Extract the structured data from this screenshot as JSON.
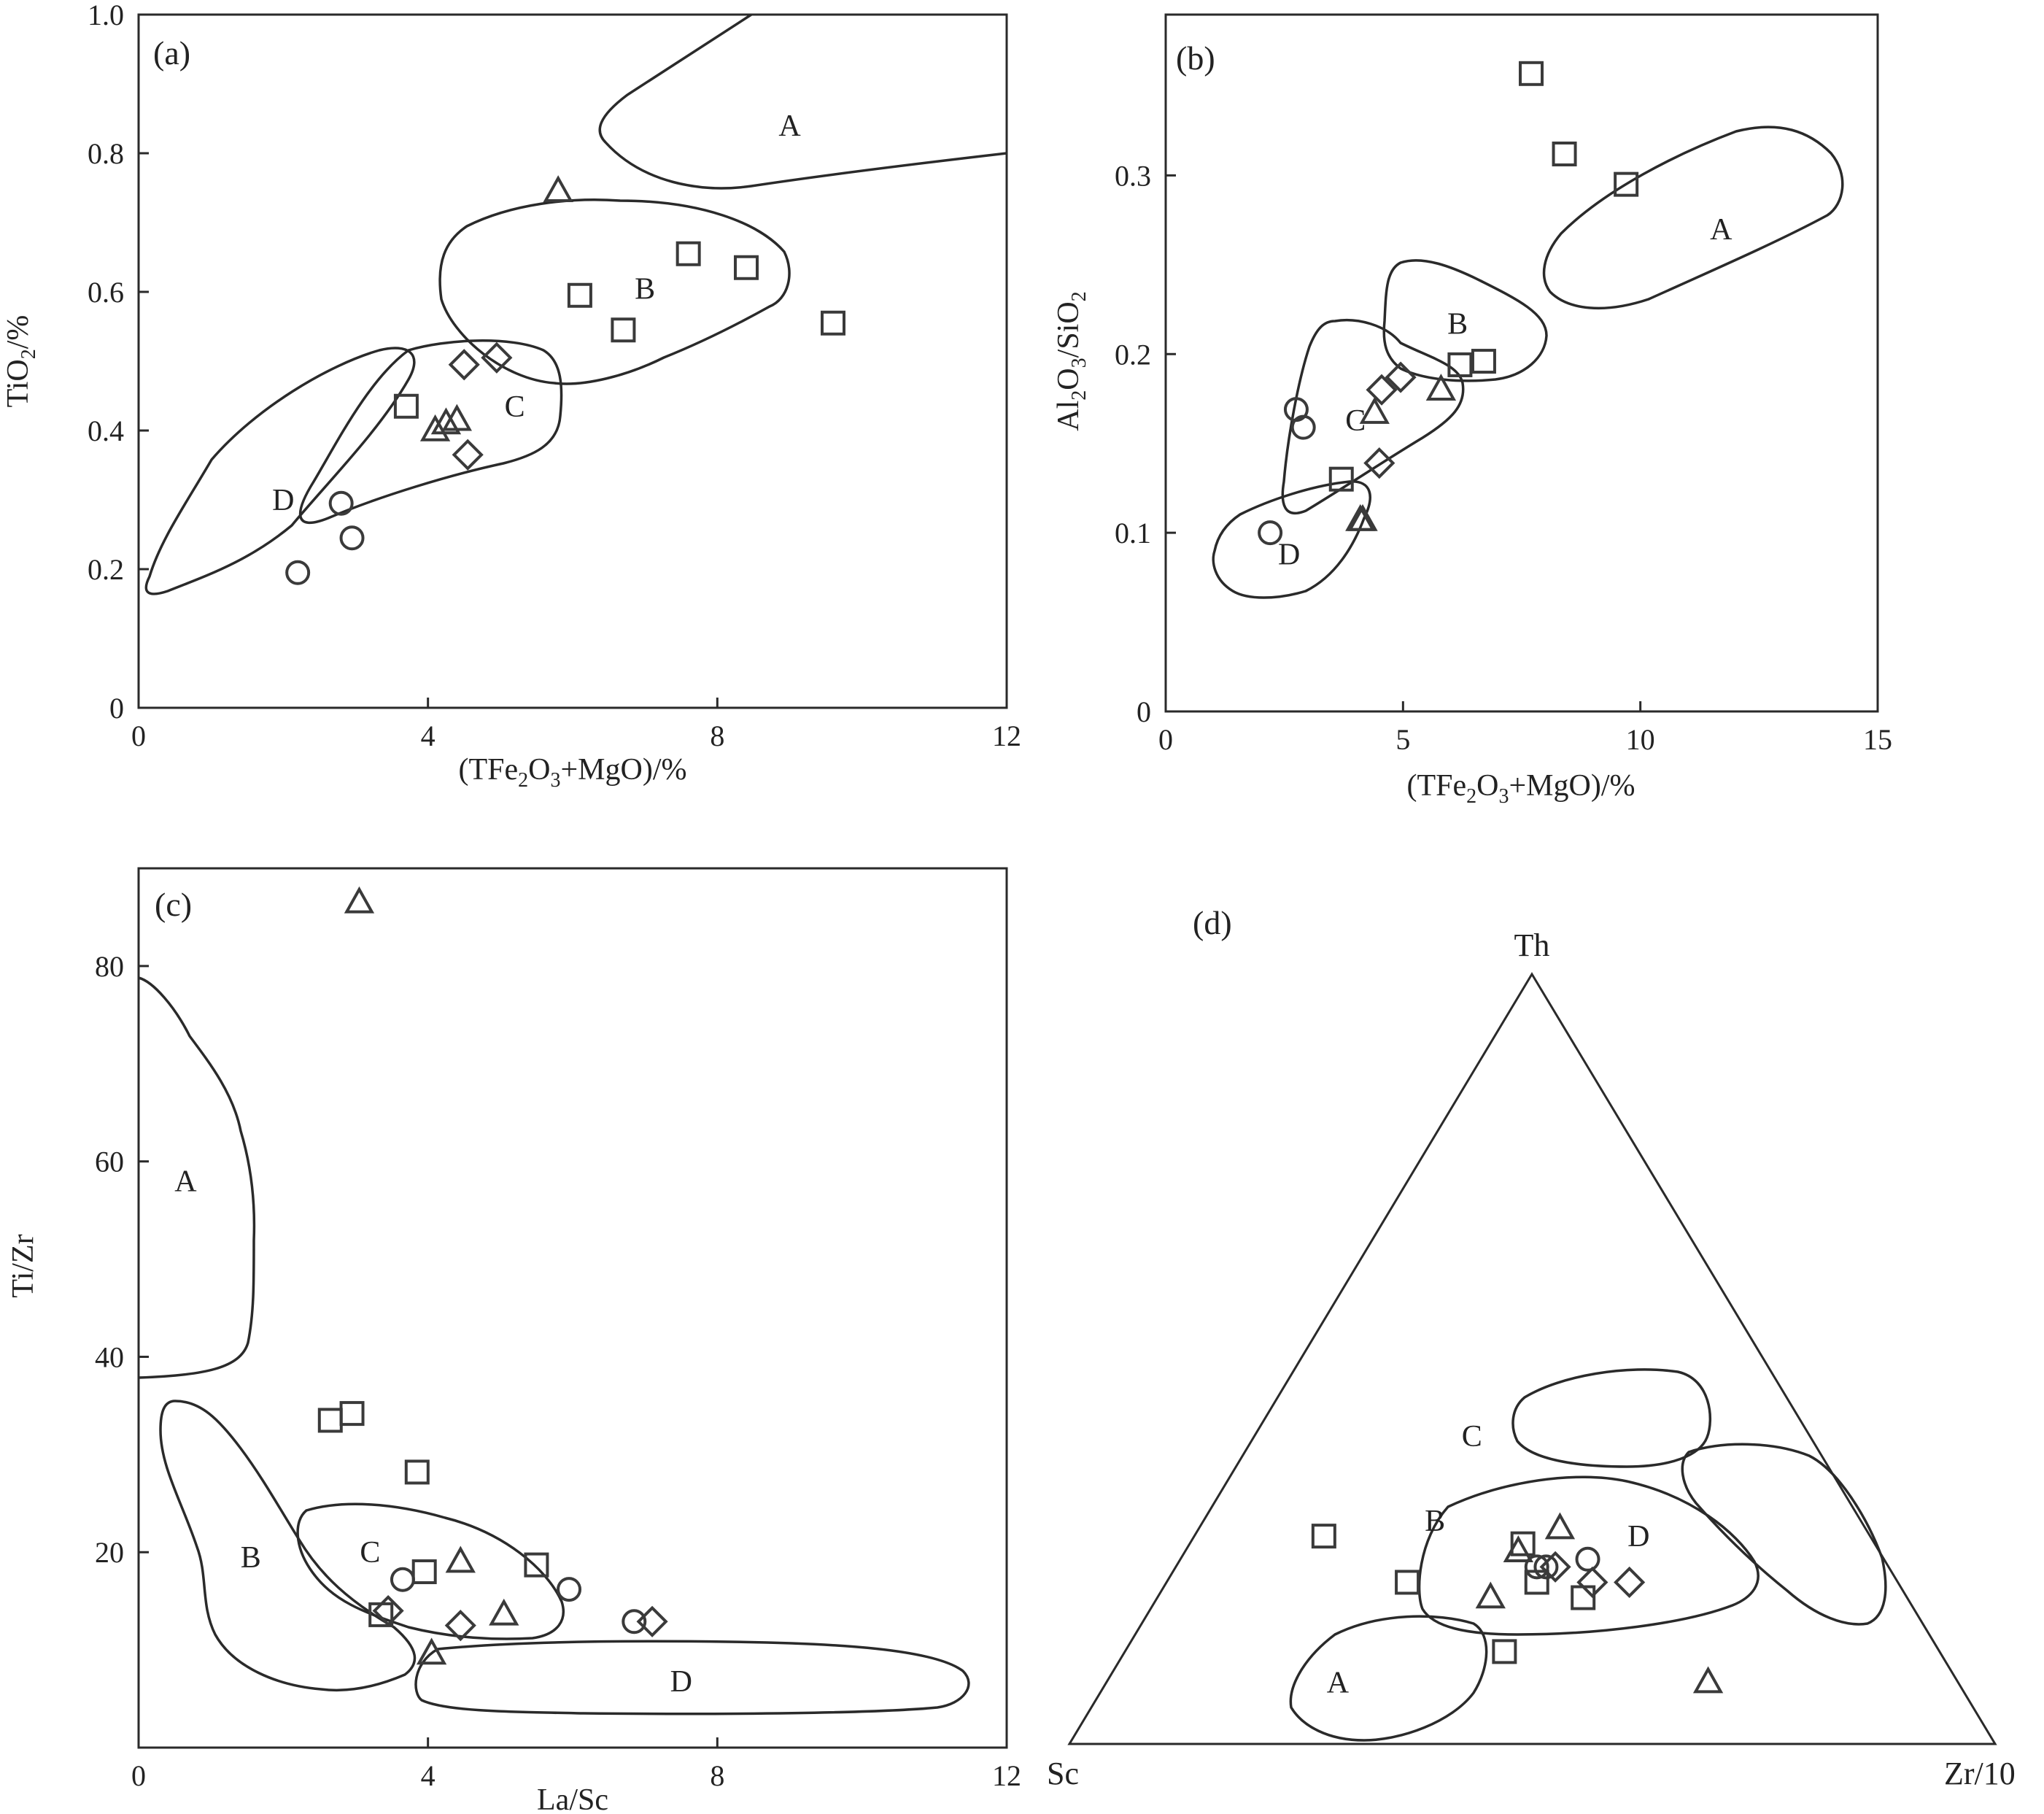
{
  "chart_data": [
    {
      "type": "scatter",
      "panel": "(a)",
      "xlabel_parts": [
        "(TFe",
        "2",
        "O",
        "3",
        "+MgO)/%"
      ],
      "ylabel_parts": [
        "TiO",
        "2",
        "/%"
      ],
      "xlim": [
        0,
        12
      ],
      "ylim": [
        0,
        1.0
      ],
      "xticks": [
        "0",
        "4",
        "8",
        "12"
      ],
      "yticks": [
        "0",
        "0.2",
        "0.4",
        "0.6",
        "0.8",
        "1.0"
      ],
      "fields": [
        {
          "label": "A",
          "at": [
            9.0,
            0.84
          ]
        },
        {
          "label": "B",
          "at": [
            7.0,
            0.605
          ]
        },
        {
          "label": "C",
          "at": [
            5.2,
            0.435
          ]
        },
        {
          "label": "D",
          "at": [
            2.0,
            0.3
          ]
        }
      ],
      "series": [
        {
          "marker": "square",
          "points": [
            [
              3.7,
              0.435
            ],
            [
              6.1,
              0.595
            ],
            [
              6.7,
              0.545
            ],
            [
              7.6,
              0.655
            ],
            [
              8.4,
              0.635
            ],
            [
              9.6,
              0.555
            ]
          ]
        },
        {
          "marker": "triangle",
          "points": [
            [
              5.8,
              0.745
            ],
            [
              4.1,
              0.4
            ],
            [
              4.25,
              0.41
            ],
            [
              4.4,
              0.415
            ]
          ]
        },
        {
          "marker": "diamond",
          "points": [
            [
              4.5,
              0.495
            ],
            [
              4.95,
              0.505
            ],
            [
              4.55,
              0.365
            ]
          ]
        },
        {
          "marker": "circle",
          "points": [
            [
              2.8,
              0.295
            ],
            [
              2.95,
              0.245
            ],
            [
              2.2,
              0.195
            ]
          ]
        }
      ]
    },
    {
      "type": "scatter",
      "panel": "(b)",
      "xlabel_parts": [
        "(TFe",
        "2",
        "O",
        "3",
        "+MgO)/%"
      ],
      "ylabel_parts": [
        "Al",
        "2",
        "O",
        "3",
        "/SiO",
        "2"
      ],
      "xlim": [
        0,
        15
      ],
      "ylim": [
        0,
        0.39
      ],
      "xticks": [
        "0",
        "5",
        "10",
        "15"
      ],
      "yticks": [
        "0",
        "0.1",
        "0.2",
        "0.3"
      ],
      "fields": [
        {
          "label": "A",
          "at": [
            11.7,
            0.27
          ]
        },
        {
          "label": "B",
          "at": [
            6.15,
            0.217
          ]
        },
        {
          "label": "C",
          "at": [
            4.0,
            0.163
          ]
        },
        {
          "label": "D",
          "at": [
            2.6,
            0.088
          ]
        }
      ],
      "series": [
        {
          "marker": "square",
          "points": [
            [
              7.7,
              0.357
            ],
            [
              8.4,
              0.312
            ],
            [
              9.7,
              0.295
            ],
            [
              6.2,
              0.194
            ],
            [
              6.7,
              0.196
            ],
            [
              3.7,
              0.13
            ]
          ]
        },
        {
          "marker": "triangle",
          "points": [
            [
              4.4,
              0.167
            ],
            [
              5.8,
              0.18
            ],
            [
              4.1,
              0.107
            ],
            [
              4.15,
              0.107
            ]
          ]
        },
        {
          "marker": "diamond",
          "points": [
            [
              4.55,
              0.18
            ],
            [
              4.95,
              0.187
            ],
            [
              4.5,
              0.139
            ]
          ]
        },
        {
          "marker": "circle",
          "points": [
            [
              2.75,
              0.169
            ],
            [
              2.9,
              0.159
            ],
            [
              2.2,
              0.1
            ]
          ]
        }
      ]
    },
    {
      "type": "scatter",
      "panel": "(c)",
      "xlabel_parts": [
        "La/Sc"
      ],
      "ylabel_parts": [
        "Ti/Zr"
      ],
      "xlim": [
        0,
        12
      ],
      "ylim": [
        0,
        90
      ],
      "xticks": [
        "0",
        "4",
        "8",
        "12"
      ],
      "yticks": [
        "20",
        "40",
        "60",
        "80"
      ],
      "fields": [
        {
          "label": "A",
          "at": [
            0.65,
            58
          ]
        },
        {
          "label": "B",
          "at": [
            1.55,
            19.5
          ]
        },
        {
          "label": "C",
          "at": [
            3.2,
            20
          ]
        },
        {
          "label": "D",
          "at": [
            7.5,
            6.8
          ]
        }
      ],
      "series": [
        {
          "marker": "square",
          "points": [
            [
              2.65,
              33.5
            ],
            [
              2.95,
              34.2
            ],
            [
              3.85,
              28.2
            ],
            [
              3.35,
              13.6
            ],
            [
              3.95,
              18.0
            ],
            [
              5.5,
              18.7
            ]
          ]
        },
        {
          "marker": "triangle",
          "points": [
            [
              3.05,
              86.5
            ],
            [
              4.45,
              19.0
            ],
            [
              5.05,
              13.6
            ],
            [
              4.05,
              9.6
            ]
          ]
        },
        {
          "marker": "diamond",
          "points": [
            [
              3.45,
              14.0
            ],
            [
              4.45,
              12.5
            ],
            [
              7.1,
              12.9
            ]
          ]
        },
        {
          "marker": "circle",
          "points": [
            [
              3.65,
              17.2
            ],
            [
              5.95,
              16.2
            ],
            [
              6.85,
              12.9
            ]
          ]
        }
      ]
    },
    {
      "type": "scatter",
      "panel": "(d)",
      "ternary": true,
      "vertices": [
        "Th",
        "Sc",
        "Zr/10"
      ],
      "fields": [
        {
          "label": "A",
          "at": [
            0.08,
            0.67
          ]
        },
        {
          "label": "B",
          "at": [
            0.29,
            0.46
          ]
        },
        {
          "label": "C",
          "at": [
            0.4,
            0.365
          ]
        },
        {
          "label": "D",
          "at": [
            0.27,
            0.25
          ]
        }
      ],
      "series": [
        {
          "marker": "square",
          "points": [
            [
              0.27,
              0.59
            ],
            [
              0.21,
              0.53
            ],
            [
              0.12,
              0.47
            ],
            [
              0.26,
              0.38
            ],
            [
              0.21,
              0.39
            ],
            [
              0.19,
              0.35
            ]
          ]
        },
        {
          "marker": "triangle",
          "points": [
            [
              0.28,
              0.33
            ],
            [
              0.25,
              0.39
            ],
            [
              0.19,
              0.45
            ],
            [
              0.08,
              0.27
            ]
          ]
        },
        {
          "marker": "diamond",
          "points": [
            [
              0.23,
              0.36
            ],
            [
              0.21,
              0.33
            ],
            [
              0.21,
              0.29
            ]
          ]
        },
        {
          "marker": "circle",
          "points": [
            [
              0.23,
              0.38
            ],
            [
              0.23,
              0.37
            ],
            [
              0.24,
              0.32
            ]
          ]
        }
      ]
    }
  ]
}
